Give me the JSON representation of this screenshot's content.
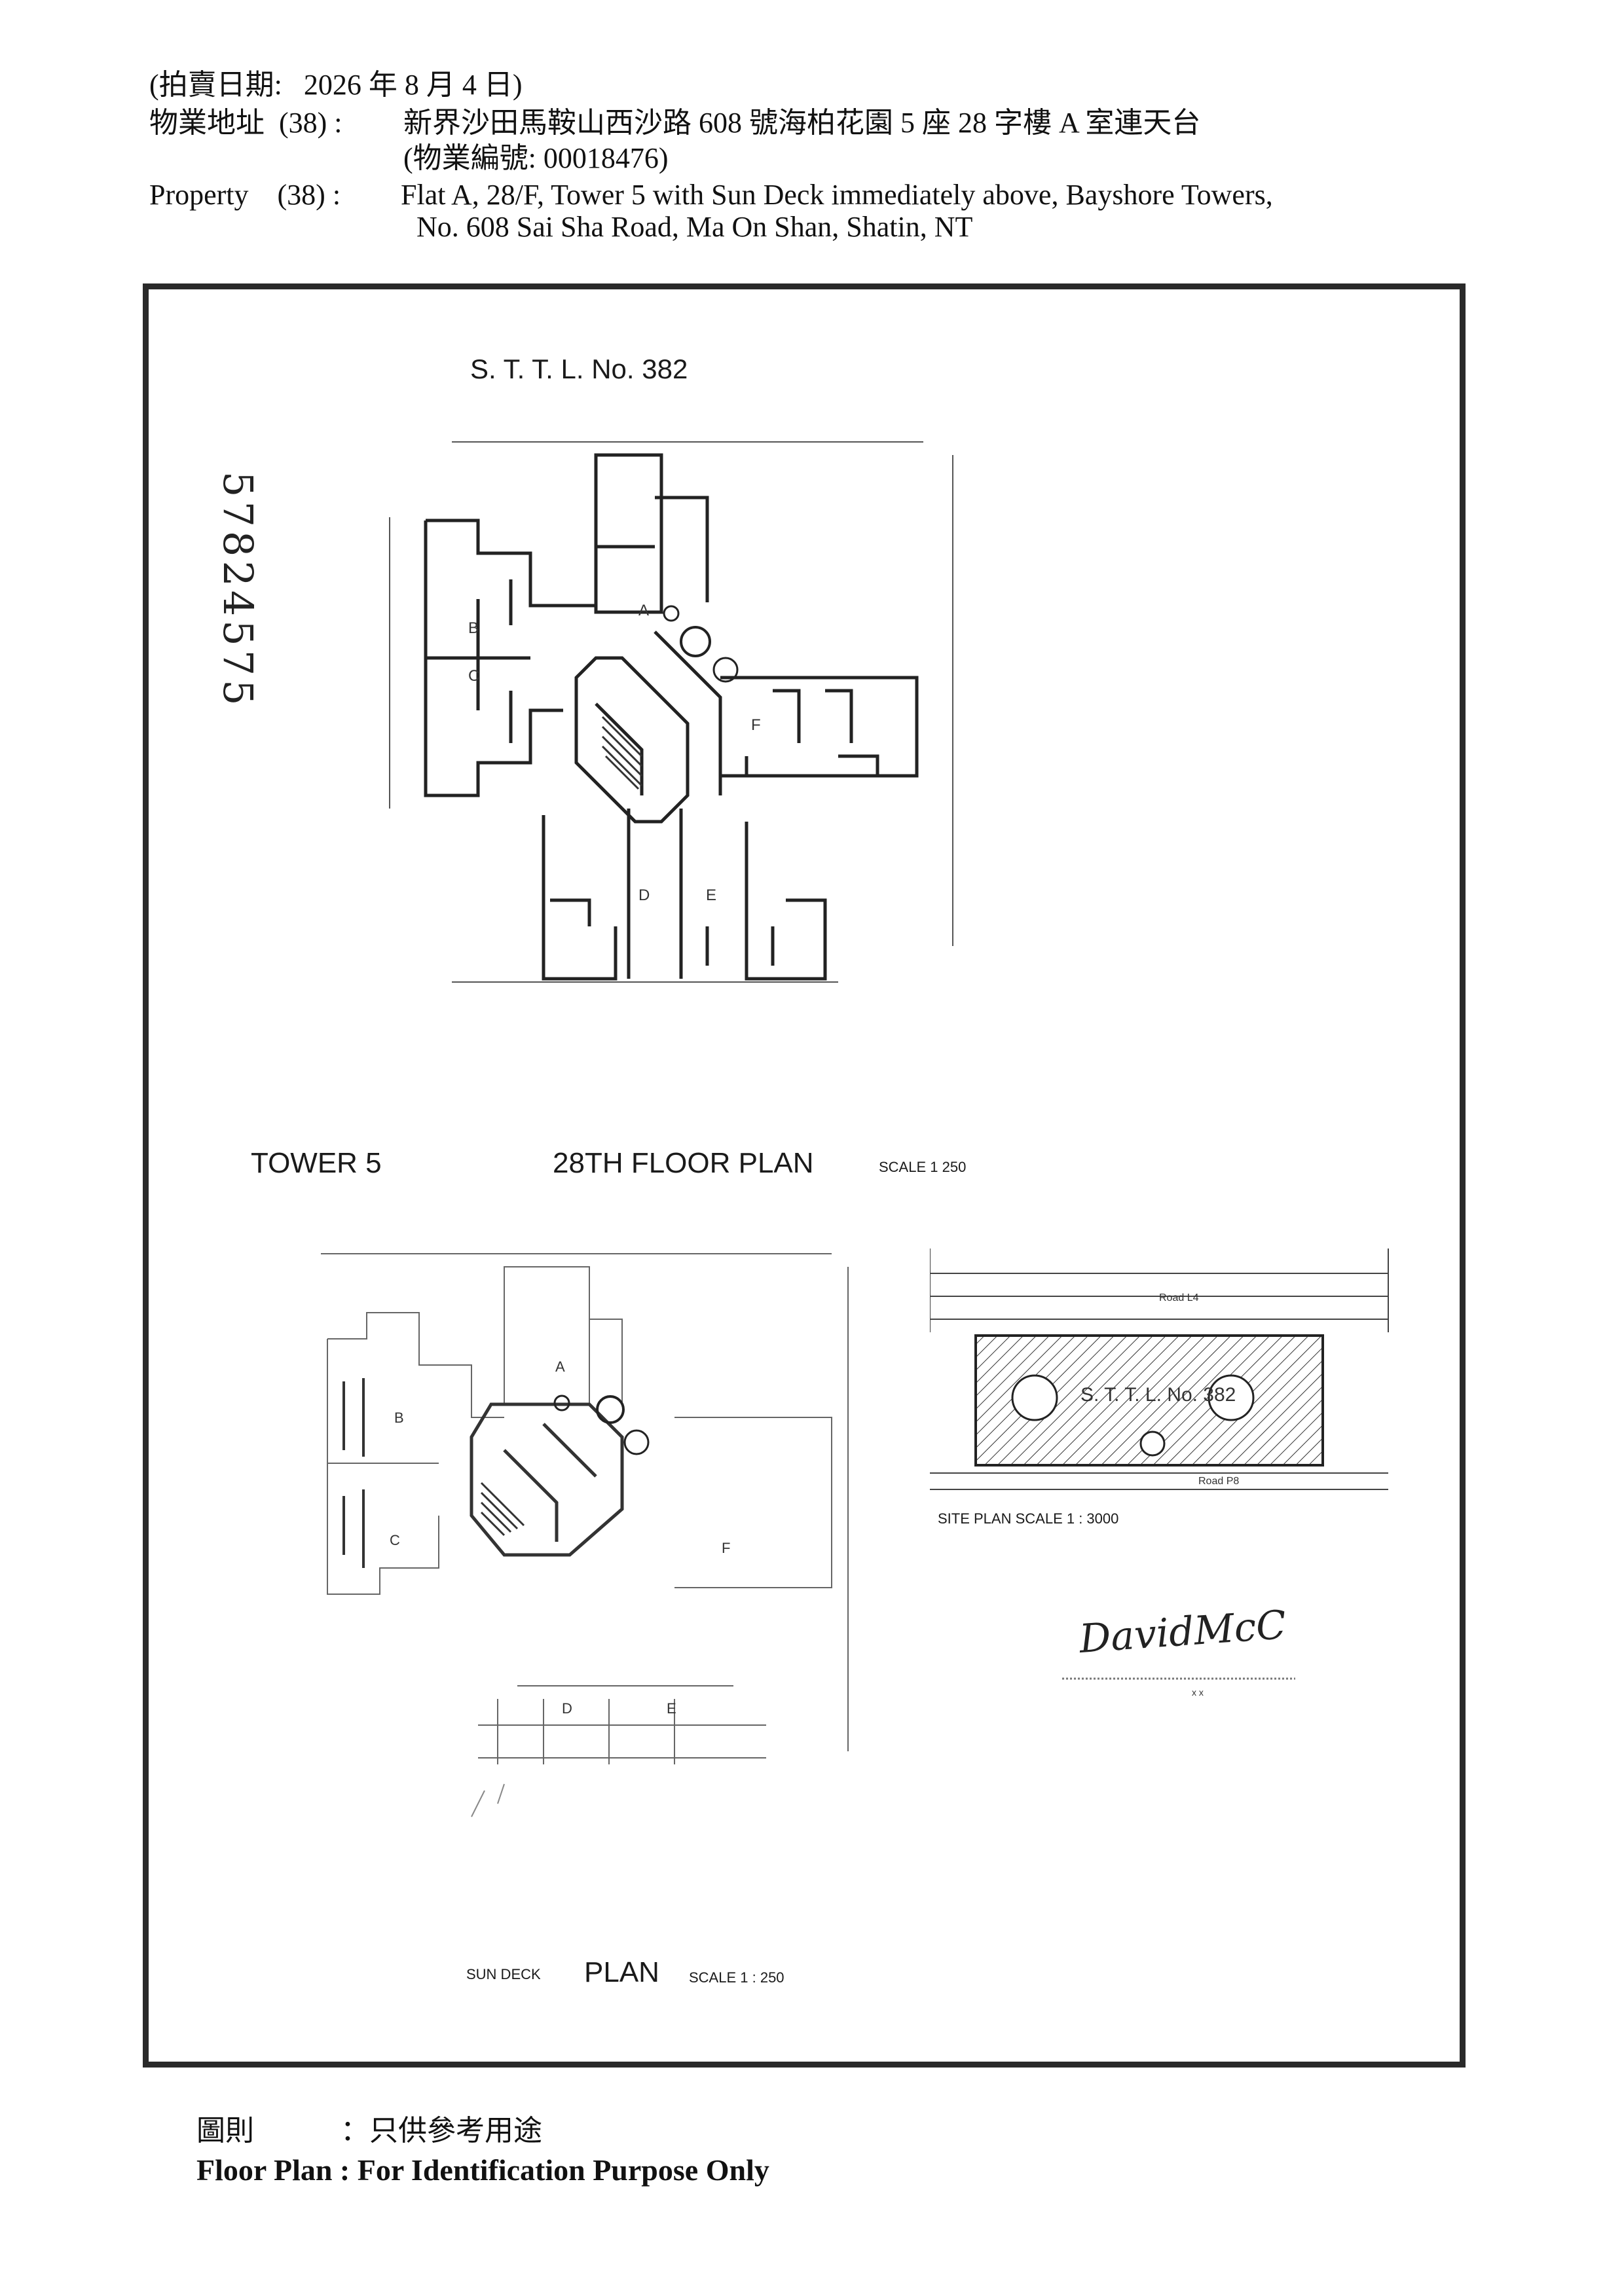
{
  "header": {
    "auction_date": "(拍賣日期:   2026 年 8 月 4 日)",
    "address_cn_label": "物業地址  (38) :",
    "address_cn": "新界沙田馬鞍山西沙路 608 號海柏花園 5 座 28 字樓 A 室連天台",
    "property_no": "(物業編號: 00018476)",
    "address_en_label": "Property    (38) :",
    "address_en_line1": "Flat A, 28/F, Tower 5 with Sun Deck immediately above, Bayshore Towers,",
    "address_en_line2": "No. 608 Sai Sha Road, Ma On Shan, Shatin, NT"
  },
  "plan": {
    "lot_title": "S. T. T. L. No. 382",
    "tower_label": "TOWER 5",
    "floor_plan_title": "28TH FLOOR PLAN",
    "floor_plan_scale": "SCALE  1   250",
    "sun_deck_prefix": "SUN DECK",
    "sun_deck_title": "PLAN",
    "sun_deck_scale": "SCALE  1  :  250",
    "site_plan_title": "SITE PLAN   SCALE  1  :  3000",
    "site_lot_label": "S. T. T. L. No. 382",
    "road_top": "Road L4",
    "road_bottom": "Road P8",
    "flats_floor": [
      "A",
      "B",
      "C",
      "D",
      "E",
      "F"
    ],
    "flats_deck": [
      "A",
      "B",
      "C",
      "D",
      "E",
      "F"
    ],
    "handwritten_ref": "57824575",
    "signature": "DavidMcC"
  },
  "footer": {
    "cn_label": "圖則",
    "cn_text": "：只供參考用途",
    "en_text": "Floor Plan : For Identification Purpose Only"
  }
}
